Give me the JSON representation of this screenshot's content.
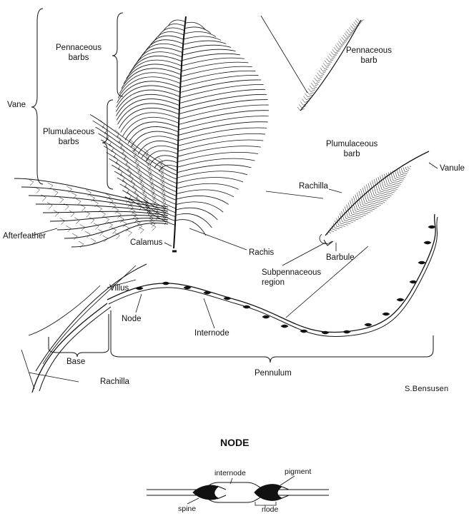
{
  "labels": {
    "vane": "Vane",
    "pennaceous_barbs": [
      "Pennaceous",
      "barbs"
    ],
    "plumulaceous_barbs": [
      "Plumulaceous",
      "barbs"
    ],
    "pennaceous_barb": [
      "Pennaceous",
      "barb"
    ],
    "plumulaceous_barb": [
      "Plumulaceous",
      "barb"
    ],
    "rachilla_top": "Rachilla",
    "vanule": "Vanule",
    "afterfeather": "Afterfeather",
    "calamus": "Calamus",
    "rachis": "Rachis",
    "barbule": "Barbule",
    "subpennaceous_region": [
      "Subpennaceous",
      "region"
    ],
    "villus": "Villus",
    "node": "Node",
    "internode": "Internode",
    "base": "Base",
    "rachilla_bottom": "Rachilla",
    "pennulum": "Pennulum"
  },
  "signature": "S.Bensusen",
  "node_detail": {
    "title": "NODE",
    "internode": "internode",
    "pigment": "pigment",
    "spine": "spine",
    "node": "node"
  }
}
